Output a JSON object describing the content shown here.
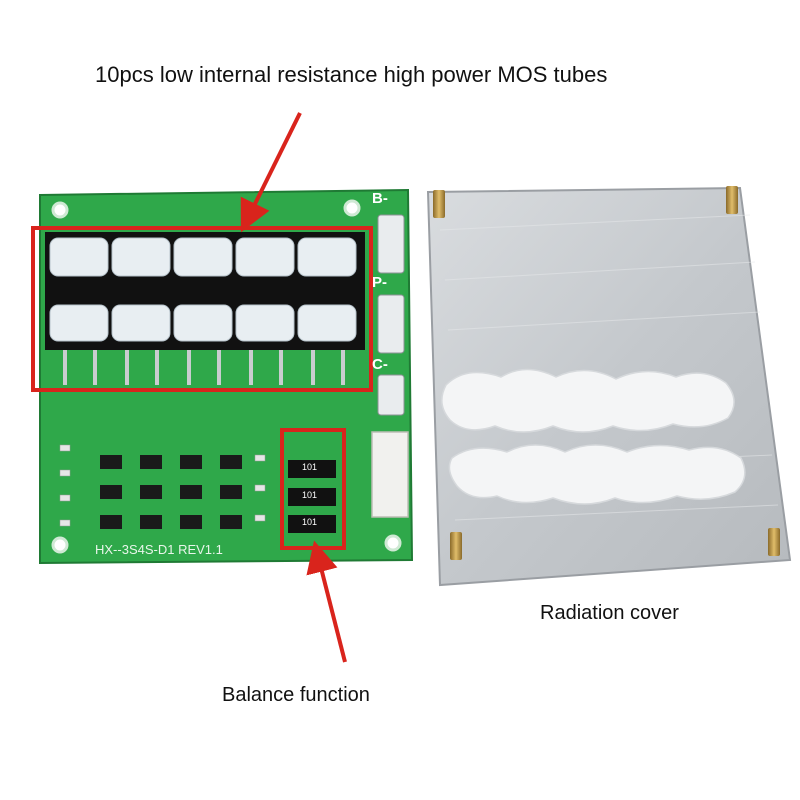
{
  "captions": {
    "mos_tubes": "10pcs low internal resistance high power MOS tubes",
    "radiation_cover": "Radiation cover",
    "balance_function": "Balance function"
  },
  "board": {
    "model_marking": "HX--3S4S-D1  REV1.1",
    "terminal_b": "B-",
    "terminal_p": "P-",
    "terminal_c": "C-",
    "resistor_code": "101"
  },
  "colors": {
    "pcb_green": "#2fa84a",
    "highlight_red": "#d9241c",
    "cover_silver": "#c9ccd0"
  }
}
